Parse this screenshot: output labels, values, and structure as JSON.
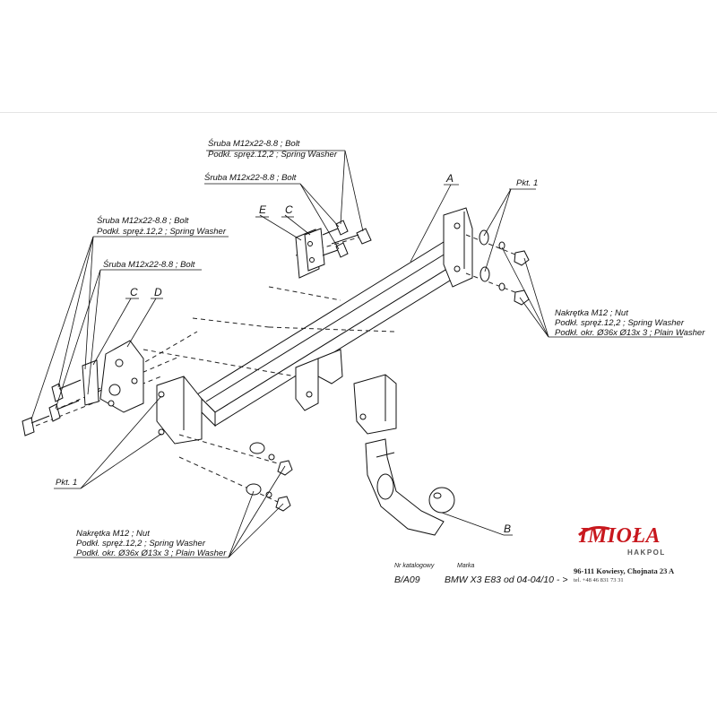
{
  "callouts": {
    "top_bolt_1": "Śruba M12x22-8.8 ;  Bolt",
    "top_bolt_1_washer": "Podkł. spręż.12,2 ; Spring Washer",
    "top_bolt_2": "Śruba M12x22-8.8 ;  Bolt",
    "left_bolt_1": "Śruba M12x22-8.8 ;  Bolt",
    "left_bolt_1_washer": "Podkł. spręż.12,2 ; Spring Washer",
    "left_bolt_2": "Śruba M12x22-8.8 ;  Bolt",
    "right_nut": "Nakrętka  M12 ; Nut",
    "right_spring_washer": "Podkł. spręż.12,2 ; Spring Washer",
    "right_plain_washer": "Podkł. okr.  Ø36x Ø13x 3 ; Plain Washer",
    "bottom_nut": "Nakrętka  M12 ; Nut",
    "bottom_spring_washer": "Podkł. spręż.12,2 ; Spring Washer",
    "bottom_plain_washer": "Podkł. okr.   Ø36x Ø13x 3 ; Plain Washer",
    "pkt_right": "Pkt. 1",
    "pkt_left": "Pkt. 1"
  },
  "part_letters": {
    "a": "A",
    "b": "B",
    "c_top": "C",
    "e": "E",
    "c_left": "C",
    "d": "D"
  },
  "catalog": {
    "number_header": "Nr katalogowy",
    "brand_header": "Marka",
    "number": "B/A09",
    "vehicle": "BMW  X3 E83   od  04-04/10 - >"
  },
  "brand": {
    "logo": "IMIOŁA",
    "logo_sub": "HAKPOL",
    "address": "96-111 Kowiesy, Chojnata 23 A",
    "phone": "tel. +48 46 831 73 31",
    "color": "#c8181e"
  }
}
